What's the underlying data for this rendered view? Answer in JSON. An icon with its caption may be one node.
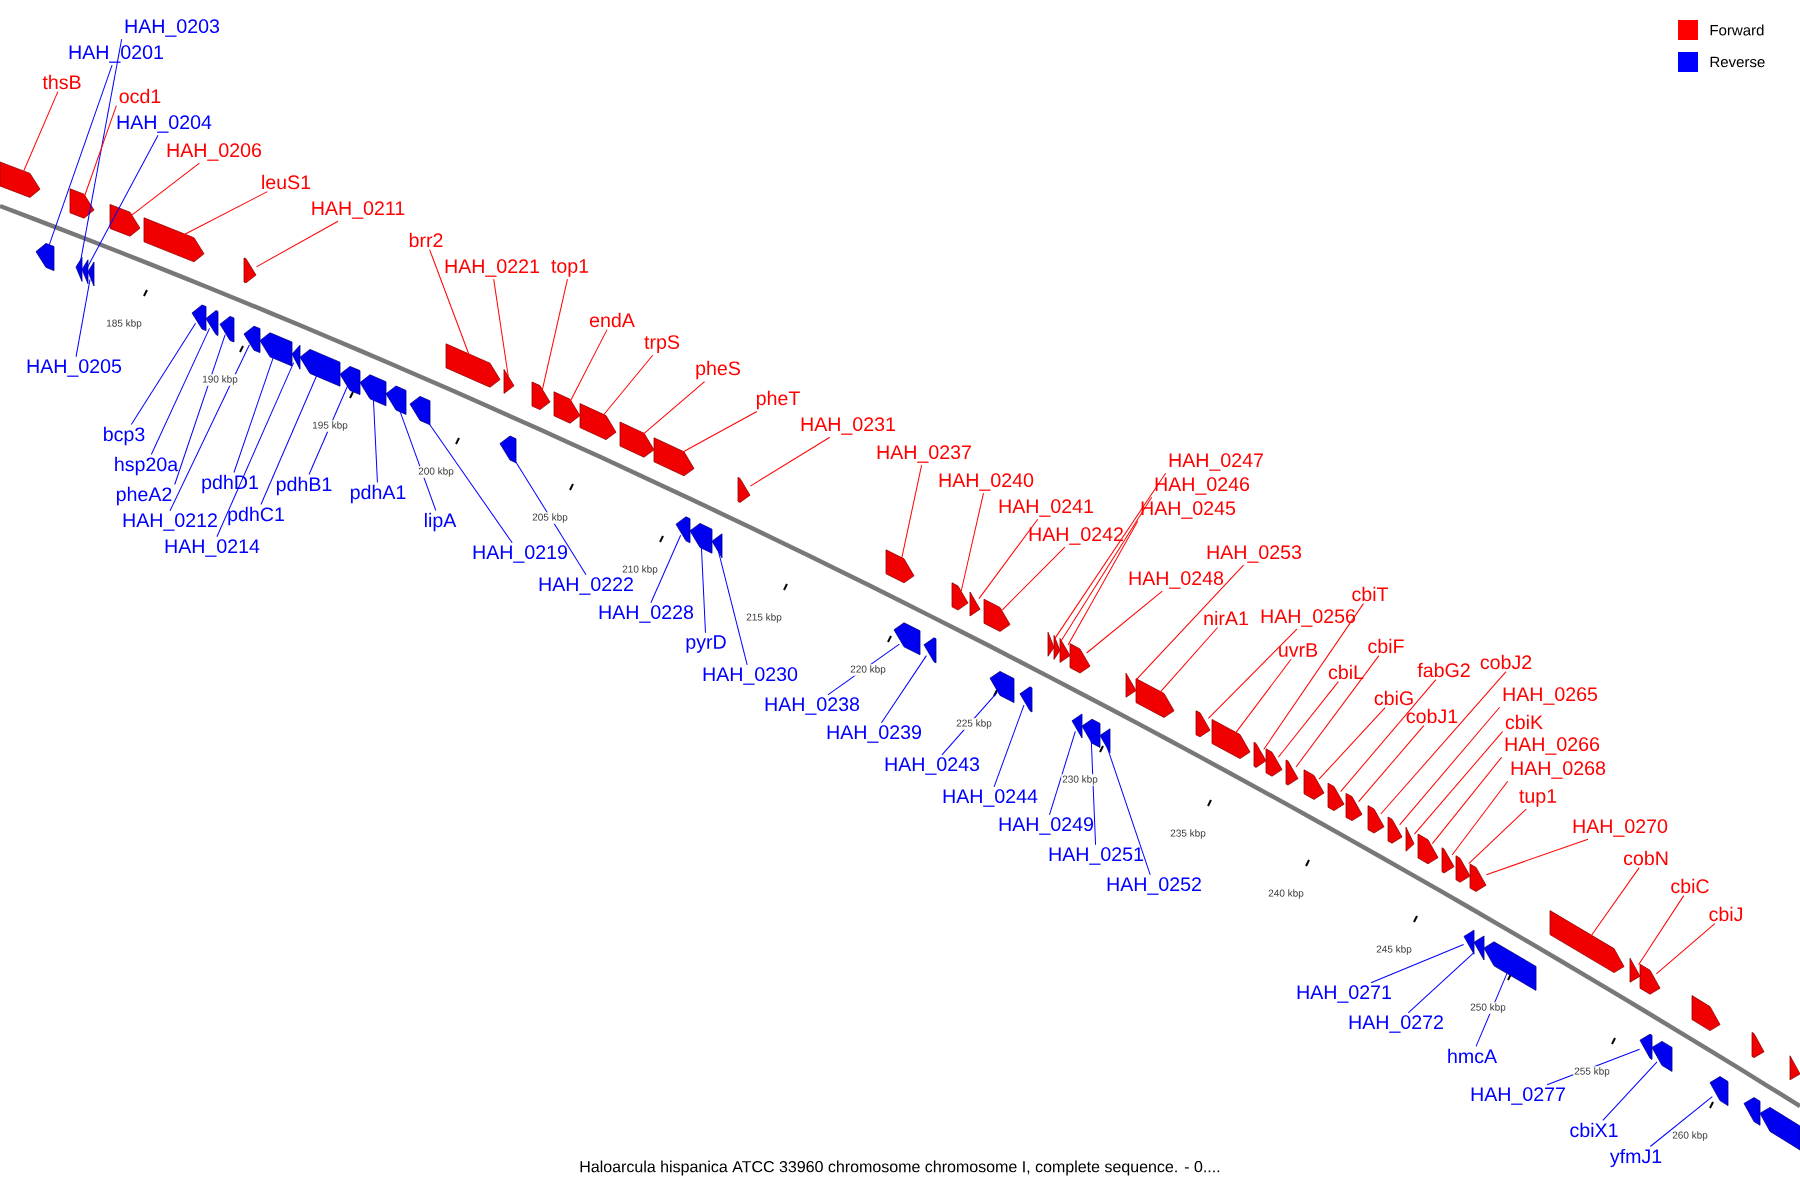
{
  "diagram": {
    "caption": "Haloarcula hispanica ATCC 33960 chromosome chromosome I, complete sequence. - 0....",
    "nodes": [
      {
        "text": [
          "HAH_0203"
        ]
      },
      {
        "text": [
          "HAH_0201"
        ]
      },
      {
        "text": [
          "thsB"
        ]
      },
      {
        "text": [
          "ocd1"
        ]
      },
      {
        "text": [
          "HAH_0204"
        ]
      },
      {
        "text": [
          "HAH_0206"
        ]
      },
      {
        "text": [
          "leuS1"
        ]
      },
      {
        "text": [
          "HAH_0211"
        ]
      },
      {
        "text": [
          "brr2"
        ]
      },
      {
        "text": [
          "HAH_0221"
        ]
      },
      {
        "text": [
          "top1"
        ]
      },
      {
        "text": [
          "endA"
        ]
      },
      {
        "text": [
          "trpS"
        ]
      },
      {
        "text": [
          "pheS"
        ]
      },
      {
        "text": [
          "pheT"
        ]
      },
      {
        "text": [
          "HAH_0231"
        ]
      },
      {
        "text": [
          "HAH_0237"
        ]
      },
      {
        "text": [
          "HAH_0240"
        ]
      },
      {
        "text": [
          "HAH_0241"
        ]
      },
      {
        "text": [
          "HAH_0247"
        ]
      },
      {
        "text": [
          "HAH_0246"
        ]
      },
      {
        "text": [
          "HAH_0245"
        ]
      },
      {
        "text": [
          "HAH_0242"
        ]
      },
      {
        "text": [
          "HAH_0253"
        ]
      },
      {
        "text": [
          "HAH_0248"
        ]
      },
      {
        "text": [
          "cbiT"
        ]
      },
      {
        "text": [
          "nirA1"
        ]
      },
      {
        "text": [
          "HAH_0256"
        ]
      },
      {
        "text": [
          "cbiF"
        ]
      },
      {
        "text": [
          "uvrB"
        ]
      },
      {
        "text": [
          "fabG2"
        ]
      },
      {
        "text": [
          "cbiL"
        ]
      },
      {
        "text": [
          "cbiG"
        ]
      },
      {
        "text": [
          "cobJ2"
        ]
      },
      {
        "text": [
          "HAH_0265"
        ]
      },
      {
        "text": [
          "cobJ1"
        ]
      },
      {
        "text": [
          "cbiK"
        ]
      },
      {
        "text": [
          "HAH_0266"
        ]
      },
      {
        "text": [
          "HAH_0268"
        ]
      },
      {
        "text": [
          "tup1"
        ]
      },
      {
        "text": [
          "HAH_0270"
        ]
      },
      {
        "text": [
          "cobN"
        ]
      },
      {
        "text": [
          "cbiC"
        ]
      },
      {
        "text": [
          "cbiJ"
        ]
      },
      {
        "text": [
          "HAH_0205"
        ]
      },
      {
        "text": [
          "bcp3"
        ]
      },
      {
        "text": [
          "hsp20a"
        ]
      },
      {
        "text": [
          "pheA2"
        ]
      },
      {
        "text": [
          "pdhD1"
        ]
      },
      {
        "text": [
          "HAH_0212"
        ]
      },
      {
        "text": [
          "pdhC1"
        ]
      },
      {
        "text": [
          "HAH_0214"
        ]
      },
      {
        "text": [
          "pdhB1"
        ]
      },
      {
        "text": [
          "pdhA1"
        ]
      },
      {
        "text": [
          "lipA"
        ]
      },
      {
        "text": [
          "HAH_0219"
        ]
      },
      {
        "text": [
          "HAH_0222"
        ]
      },
      {
        "text": [
          "HAH_0228"
        ]
      },
      {
        "text": [
          "pyrD"
        ]
      },
      {
        "text": [
          "HAH_0230"
        ]
      },
      {
        "text": [
          "HAH_0238"
        ]
      },
      {
        "text": [
          "HAH_0239"
        ]
      },
      {
        "text": [
          "HAH_0243"
        ]
      },
      {
        "text": [
          "HAH_0244"
        ]
      },
      {
        "text": [
          "HAH_0249"
        ]
      },
      {
        "text": [
          "HAH_0251"
        ]
      },
      {
        "text": [
          "HAH_0252"
        ]
      },
      {
        "text": [
          "HAH_0271"
        ]
      },
      {
        "text": [
          "HAH_0272"
        ]
      },
      {
        "text": [
          "hmcA"
        ]
      },
      {
        "text": [
          "HAH_0277"
        ]
      },
      {
        "text": [
          "cbiX1"
        ]
      },
      {
        "text": [
          "yfmJ1"
        ]
      },
      {
        "text": [],
        "shape": "arrow"
      },
      {
        "text": [],
        "shape": "arrow"
      },
      {
        "text": [],
        "shape": "arrow"
      },
      {
        "text": [],
        "shape": "arrow"
      },
      {
        "text": [],
        "shape": "arrow"
      },
      {
        "text": [],
        "shape": "arrow"
      },
      {
        "text": [],
        "shape": "arrow"
      },
      {
        "text": [],
        "shape": "arrow"
      },
      {
        "text": [],
        "shape": "arrow"
      },
      {
        "text": [],
        "shape": "arrow"
      },
      {
        "text": [],
        "shape": "arrow"
      },
      {
        "text": [],
        "shape": "arrow"
      },
      {
        "text": [],
        "shape": "arrow"
      },
      {
        "text": [],
        "shape": "arrow"
      },
      {
        "text": [],
        "shape": "arrow"
      },
      {
        "text": [],
        "shape": "arrow"
      },
      {
        "text": [],
        "shape": "arrow"
      },
      {
        "text": [],
        "shape": "arrow"
      },
      {
        "text": [],
        "shape": "arrow"
      },
      {
        "text": [],
        "shape": "arrow"
      },
      {
        "text": [],
        "shape": "arrow"
      },
      {
        "text": [],
        "shape": "arrow"
      },
      {
        "text": [],
        "shape": "arrow"
      },
      {
        "text": [],
        "shape": "arrow"
      },
      {
        "text": [],
        "shape": "arrow"
      },
      {
        "text": [],
        "shape": "arrow"
      },
      {
        "text": [],
        "shape": "arrow"
      },
      {
        "text": [],
        "shape": "arrow"
      },
      {
        "text": [],
        "shape": "arrow"
      },
      {
        "text": [],
        "shape": "arrow"
      },
      {
        "text": [],
        "shape": "arrow"
      },
      {
        "text": [],
        "shape": "arrow"
      },
      {
        "text": [],
        "shape": "arrow"
      },
      {
        "text": [],
        "shape": "arrow"
      },
      {
        "text": [],
        "shape": "arrow"
      },
      {
        "text": [],
        "shape": "arrow"
      },
      {
        "text": [],
        "shape": "arrow"
      },
      {
        "text": [],
        "shape": "arrow"
      },
      {
        "text": [],
        "shape": "arrow"
      },
      {
        "text": [],
        "shape": "arrow"
      },
      {
        "text": [],
        "shape": "arrow"
      },
      {
        "text": [],
        "shape": "arrow"
      },
      {
        "text": [],
        "shape": "arrow"
      },
      {
        "text": [],
        "shape": "arrow"
      },
      {
        "text": [],
        "shape": "arrow"
      },
      {
        "text": [],
        "shape": "arrow"
      },
      {
        "text": [],
        "shape": "arrow"
      },
      {
        "text": [],
        "shape": "arrow"
      },
      {
        "text": [],
        "shape": "arrow"
      },
      {
        "text": [],
        "shape": "arrow"
      },
      {
        "text": [],
        "shape": "arrow"
      },
      {
        "text": [],
        "shape": "arrow"
      },
      {
        "text": [],
        "shape": "arrow"
      },
      {
        "text": [],
        "shape": "arrow"
      },
      {
        "text": [],
        "shape": "arrow"
      },
      {
        "text": [],
        "shape": "arrow"
      },
      {
        "text": [],
        "shape": "arrow"
      },
      {
        "text": [],
        "shape": "arrow"
      },
      {
        "text": [],
        "shape": "arrow"
      },
      {
        "text": [],
        "shape": "arrow"
      },
      {
        "text": [],
        "shape": "arrow"
      },
      {
        "text": [],
        "shape": "arrow"
      },
      {
        "text": [],
        "shape": "arrow"
      },
      {
        "text": [],
        "shape": "arrow"
      },
      {
        "text": [],
        "shape": "arrow"
      },
      {
        "text": [],
        "shape": "arrow"
      },
      {
        "text": [],
        "shape": "arrow"
      },
      {
        "text": [],
        "shape": "arrow"
      },
      {
        "text": [],
        "shape": "arrow"
      },
      {
        "text": [],
        "shape": "arrow"
      },
      {
        "text": [],
        "shape": "arrow"
      },
      {
        "text": [],
        "shape": "arrow"
      },
      {
        "text": [],
        "shape": "arrow"
      },
      {
        "text": [],
        "shape": "arrow"
      },
      {
        "text": [],
        "shape": "arrow"
      },
      {
        "text": [],
        "shape": "arrow"
      },
      {
        "text": [],
        "shape": "arrow"
      },
      {
        "text": [],
        "shape": "arrow"
      }
    ],
    "edges": [
      {
        "from": 0,
        "to": 118,
        "arrow": "none",
        "color": "#0000ff"
      },
      {
        "from": 1,
        "to": 117,
        "arrow": "none",
        "color": "#0000ff"
      },
      {
        "from": 2,
        "to": 73,
        "arrow": "none"
      },
      {
        "from": 3,
        "to": 74,
        "arrow": "none"
      },
      {
        "from": 4,
        "to": 119,
        "arrow": "none",
        "color": "#0000ff"
      },
      {
        "from": 5,
        "to": 75,
        "arrow": "none"
      },
      {
        "from": 6,
        "to": 76,
        "arrow": "none"
      },
      {
        "from": 7,
        "to": 77,
        "arrow": "none"
      },
      {
        "from": 8,
        "to": 78,
        "arrow": "none"
      },
      {
        "from": 9,
        "to": 79,
        "arrow": "none"
      },
      {
        "from": 10,
        "to": 80,
        "arrow": "none"
      },
      {
        "from": 11,
        "to": 81,
        "arrow": "none"
      },
      {
        "from": 12,
        "to": 82,
        "arrow": "none"
      },
      {
        "from": 13,
        "to": 83,
        "arrow": "none"
      },
      {
        "from": 14,
        "to": 84,
        "arrow": "none"
      },
      {
        "from": 15,
        "to": 85,
        "arrow": "none"
      },
      {
        "from": 16,
        "to": 86,
        "arrow": "none"
      },
      {
        "from": 17,
        "to": 87,
        "arrow": "none"
      },
      {
        "from": 18,
        "to": 88,
        "arrow": "none"
      },
      {
        "from": 19,
        "to": 90,
        "arrow": "none"
      },
      {
        "from": 20,
        "to": 91,
        "arrow": "none"
      },
      {
        "from": 21,
        "to": 92,
        "arrow": "none"
      },
      {
        "from": 22,
        "to": 89,
        "arrow": "none"
      },
      {
        "from": 23,
        "to": 94,
        "arrow": "none"
      },
      {
        "from": 24,
        "to": 93,
        "arrow": "none"
      },
      {
        "from": 25,
        "to": 98,
        "arrow": "none"
      },
      {
        "from": 26,
        "to": 95,
        "arrow": "none"
      },
      {
        "from": 27,
        "to": 96,
        "arrow": "none"
      },
      {
        "from": 28,
        "to": 100,
        "arrow": "none"
      },
      {
        "from": 29,
        "to": 97,
        "arrow": "none"
      },
      {
        "from": 30,
        "to": 102,
        "arrow": "none"
      },
      {
        "from": 31,
        "to": 99,
        "arrow": "none"
      },
      {
        "from": 32,
        "to": 101,
        "arrow": "none"
      },
      {
        "from": 33,
        "to": 104,
        "arrow": "none"
      },
      {
        "from": 34,
        "to": 105,
        "arrow": "none"
      },
      {
        "from": 35,
        "to": 103,
        "arrow": "none"
      },
      {
        "from": 36,
        "to": 106,
        "arrow": "none"
      },
      {
        "from": 37,
        "to": 107,
        "arrow": "none"
      },
      {
        "from": 38,
        "to": 108,
        "arrow": "none"
      },
      {
        "from": 39,
        "to": 109,
        "arrow": "none"
      },
      {
        "from": 40,
        "to": 110,
        "arrow": "none"
      },
      {
        "from": 41,
        "to": 111,
        "arrow": "none"
      },
      {
        "from": 42,
        "to": 112,
        "arrow": "none"
      },
      {
        "from": 43,
        "to": 113,
        "arrow": "none"
      },
      {
        "from": 44,
        "to": 120,
        "arrow": "none",
        "color": "#0000ff"
      },
      {
        "from": 45,
        "to": 121,
        "arrow": "none",
        "color": "#0000ff"
      },
      {
        "from": 46,
        "to": 122,
        "arrow": "none",
        "color": "#0000ff"
      },
      {
        "from": 47,
        "to": 123,
        "arrow": "none",
        "color": "#0000ff"
      },
      {
        "from": 48,
        "to": 125,
        "arrow": "none",
        "color": "#0000ff"
      },
      {
        "from": 49,
        "to": 124,
        "arrow": "none",
        "color": "#0000ff"
      },
      {
        "from": 50,
        "to": 127,
        "arrow": "none",
        "color": "#0000ff"
      },
      {
        "from": 51,
        "to": 126,
        "arrow": "none",
        "color": "#0000ff"
      },
      {
        "from": 52,
        "to": 128,
        "arrow": "none",
        "color": "#0000ff"
      },
      {
        "from": 53,
        "to": 129,
        "arrow": "none",
        "color": "#0000ff"
      },
      {
        "from": 54,
        "to": 130,
        "arrow": "none",
        "color": "#0000ff"
      },
      {
        "from": 55,
        "to": 131,
        "arrow": "none",
        "color": "#0000ff"
      },
      {
        "from": 56,
        "to": 132,
        "arrow": "none",
        "color": "#0000ff"
      },
      {
        "from": 57,
        "to": 133,
        "arrow": "none",
        "color": "#0000ff"
      },
      {
        "from": 58,
        "to": 134,
        "arrow": "none",
        "color": "#0000ff"
      },
      {
        "from": 59,
        "to": 135,
        "arrow": "none",
        "color": "#0000ff"
      },
      {
        "from": 60,
        "to": 136,
        "arrow": "none",
        "color": "#0000ff"
      },
      {
        "from": 61,
        "to": 137,
        "arrow": "none",
        "color": "#0000ff"
      },
      {
        "from": 62,
        "to": 138,
        "arrow": "none",
        "color": "#0000ff"
      },
      {
        "from": 63,
        "to": 139,
        "arrow": "none",
        "color": "#0000ff"
      },
      {
        "from": 64,
        "to": 140,
        "arrow": "none",
        "color": "#0000ff"
      },
      {
        "from": 65,
        "to": 141,
        "arrow": "none",
        "color": "#0000ff"
      },
      {
        "from": 66,
        "to": 142,
        "arrow": "none",
        "color": "#0000ff"
      },
      {
        "from": 67,
        "to": 143,
        "arrow": "none",
        "color": "#0000ff"
      },
      {
        "from": 68,
        "to": 144,
        "arrow": "none",
        "color": "#0000ff"
      },
      {
        "from": 69,
        "to": 145,
        "arrow": "none",
        "color": "#0000ff"
      },
      {
        "from": 70,
        "to": 146,
        "arrow": "none",
        "color": "#0000ff"
      },
      {
        "from": 71,
        "to": 147,
        "arrow": "none",
        "color": "#0000ff"
      },
      {
        "from": 72,
        "to": 148,
        "arrow": "none",
        "color": "#0000ff"
      }
    ],
    "labels": [
      "185 kbp",
      "190 kbp",
      "195 kbp",
      "200 kbp",
      "205 kbp",
      "210 kbp",
      "215 kbp",
      "220 kbp",
      "225 kbp",
      "230 kbp",
      "235 kbp",
      "240 kbp",
      "245 kbp",
      "250 kbp",
      "255 kbp",
      "260 kbp"
    ],
    "legend": [
      {
        "text": "Forward",
        "color": "#ff0000"
      },
      {
        "text": "Reverse",
        "color": "#0000ff"
      }
    ]
  }
}
